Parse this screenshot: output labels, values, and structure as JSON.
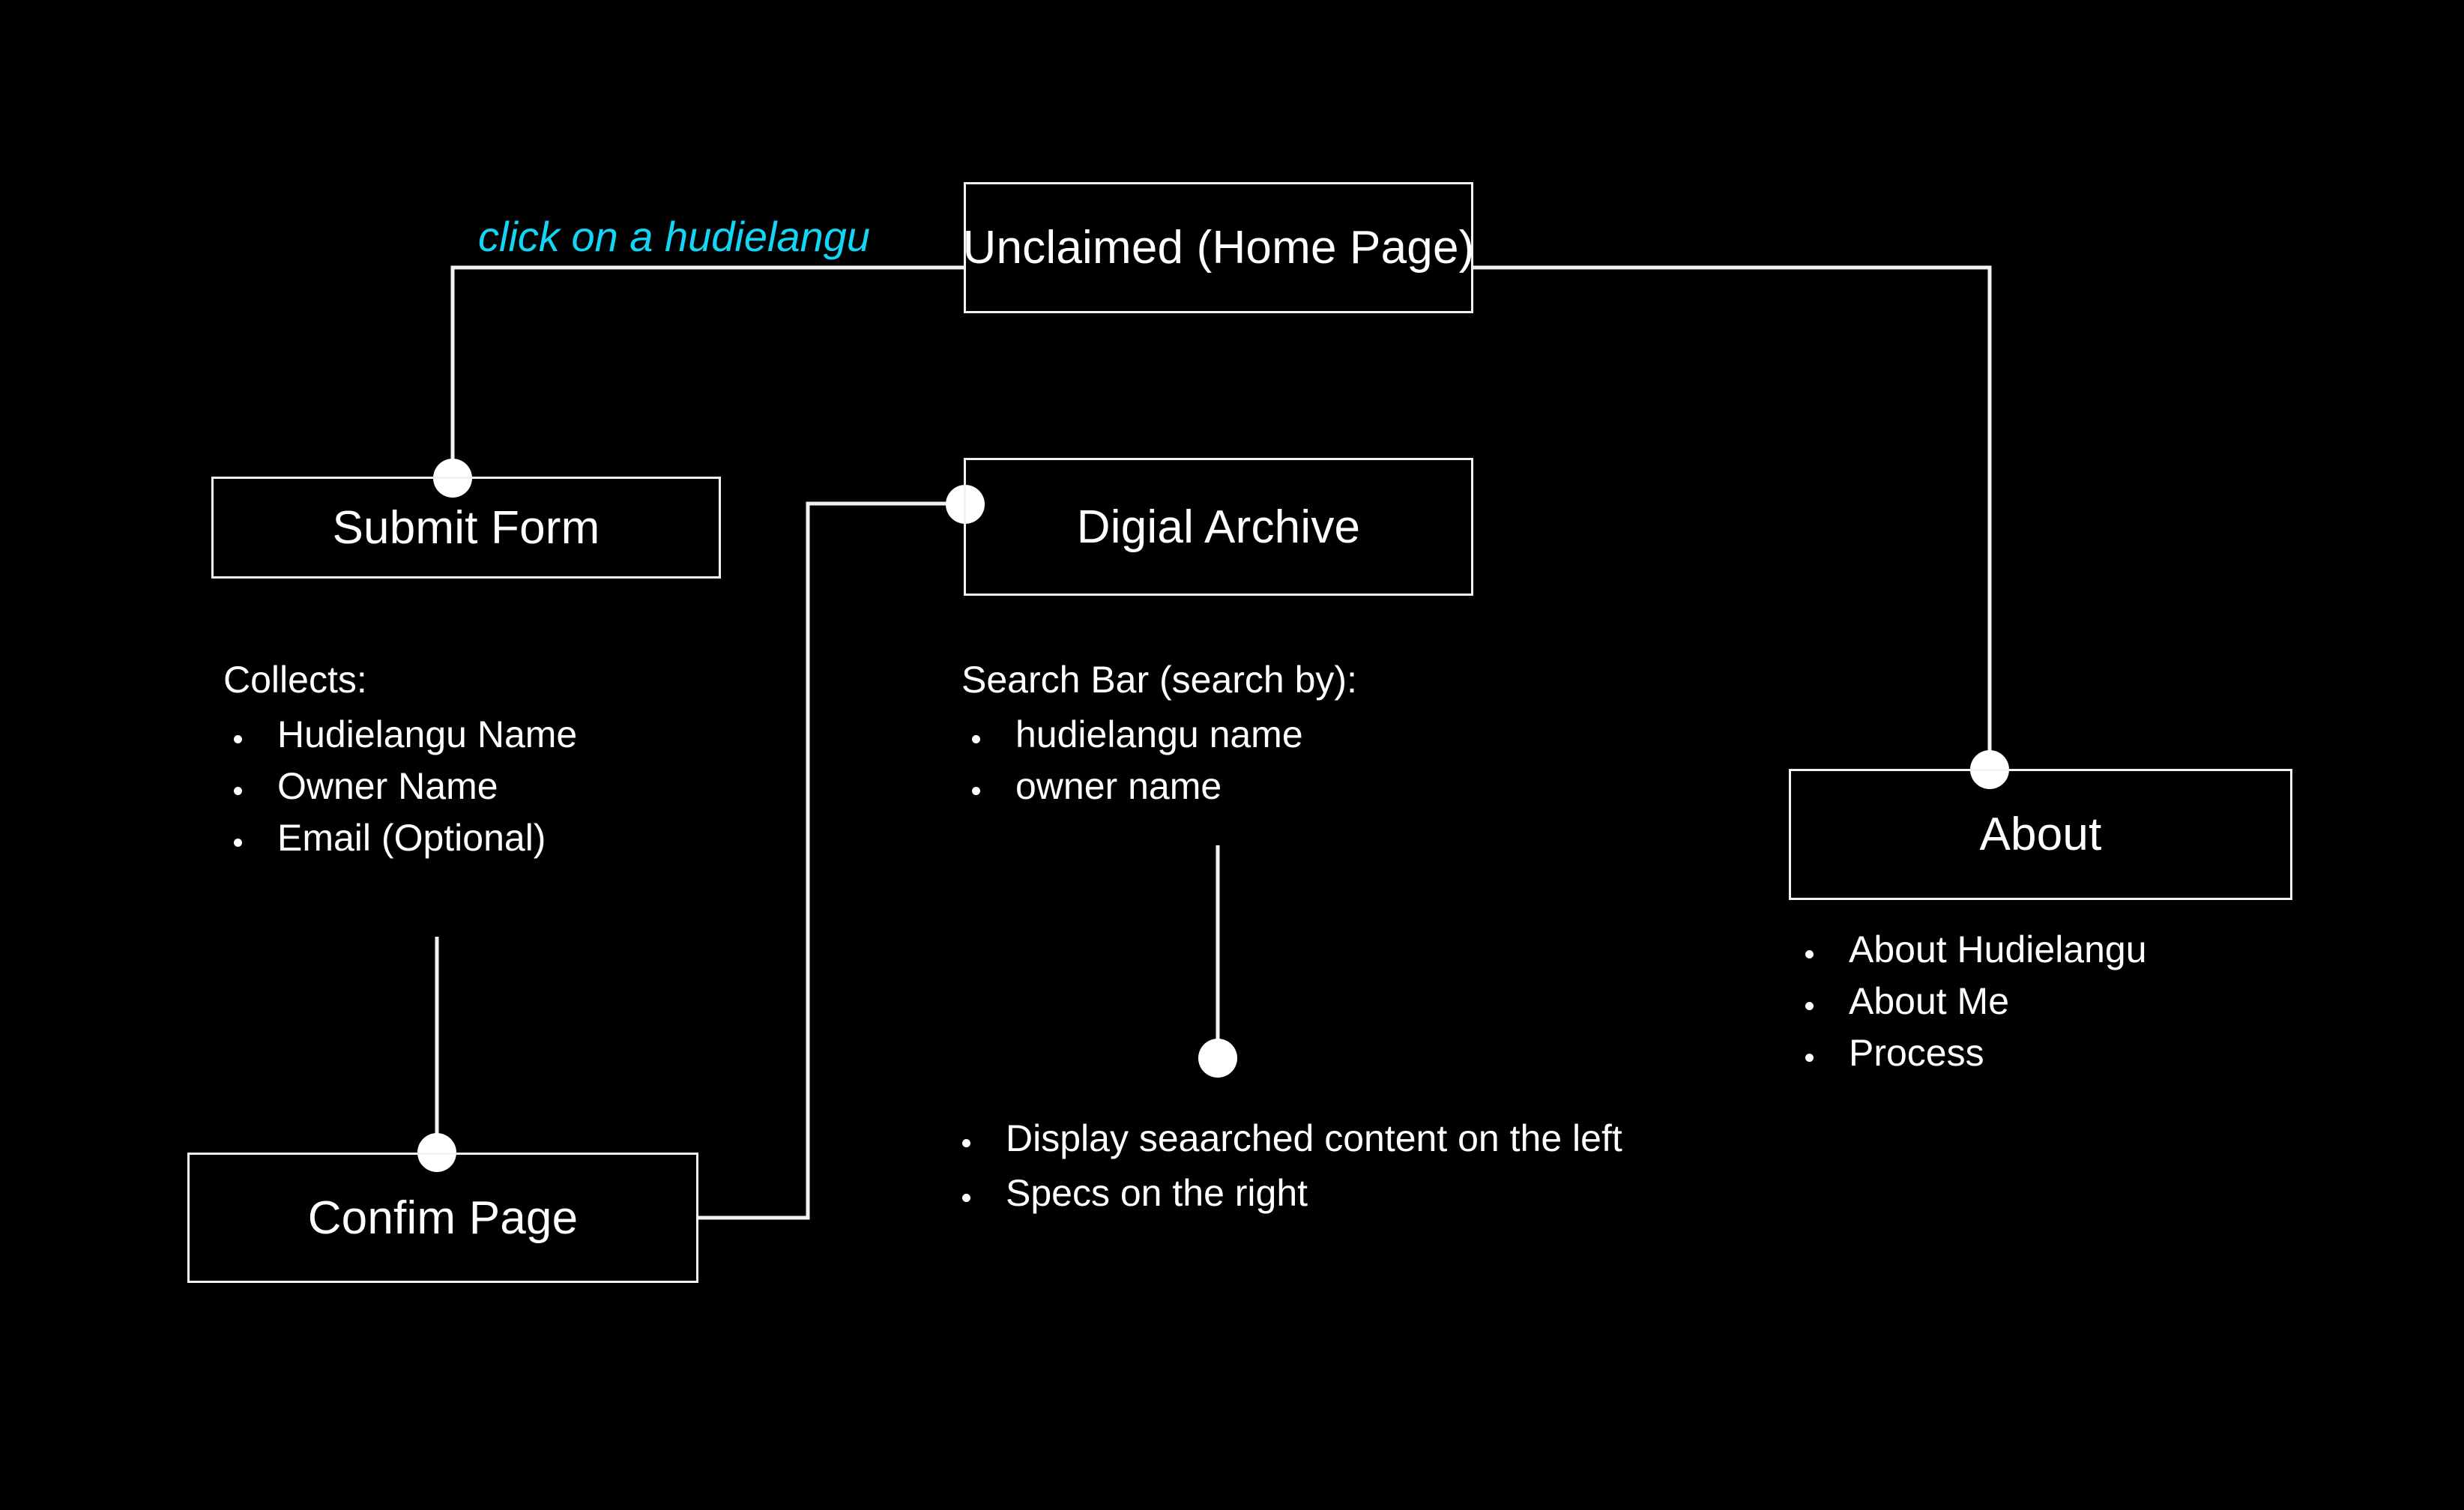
{
  "diagram": {
    "title_annotation": "click on a hudielangu",
    "accent_color": "#12d6f5",
    "line_color": "#f2f2f2",
    "background_color": "#000000",
    "nodes": {
      "home": {
        "label": "Unclaimed (Home Page)"
      },
      "submit_form": {
        "label": "Submit Form"
      },
      "digital_archive": {
        "label": "Digial Archive"
      },
      "confirm_page": {
        "label": "Confim Page"
      },
      "about": {
        "label": "About"
      }
    },
    "blocks": {
      "collects": {
        "heading": "Collects:",
        "items": [
          "Hudielangu Name",
          "Owner Name",
          "Email (Optional)"
        ]
      },
      "search": {
        "heading": "Search Bar (search by):",
        "items": [
          "hudielangu name",
          "owner name"
        ]
      },
      "display": {
        "heading": "",
        "items": [
          "Display seaarched content on the left",
          "Specs on the right"
        ]
      },
      "about_list": {
        "heading": "",
        "items": [
          "About Hudielangu",
          "About Me",
          "Process"
        ]
      }
    }
  }
}
